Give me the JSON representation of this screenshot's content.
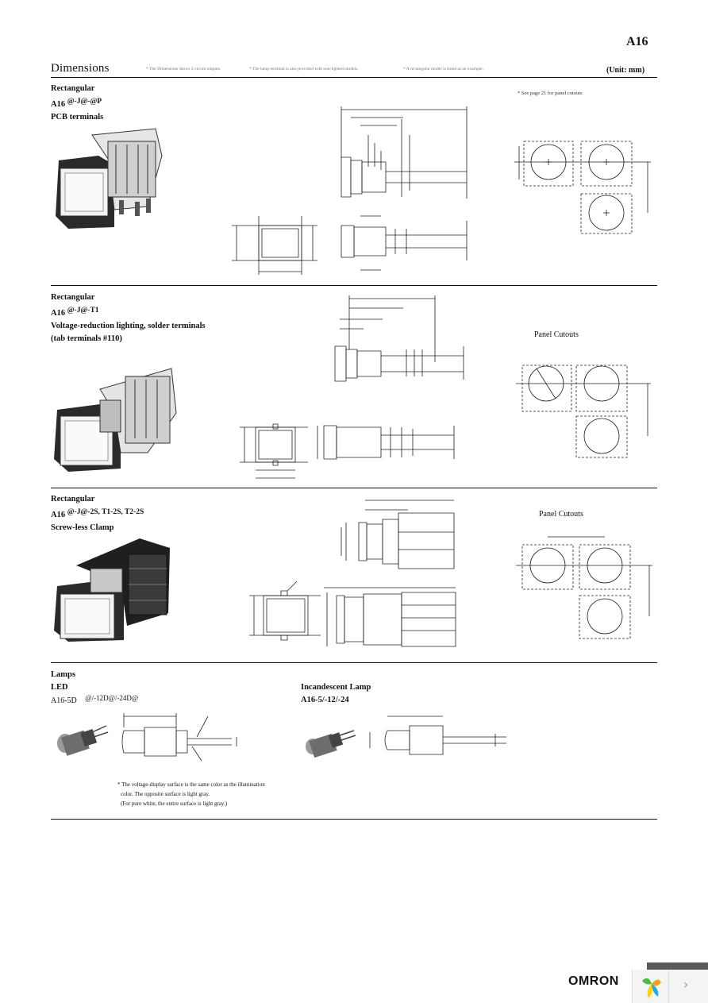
{
  "header": {
    "model_code": "A16",
    "section_title": "Dimensions",
    "notes": [
      "* The Dimensions shows 2-circuit outputs.",
      "* The lamp terminal is also provided with non-lighted models.",
      "* A rectangular model is listed as an example."
    ],
    "unit": "(Unit: mm)"
  },
  "sections": [
    {
      "line1": "Rectangular",
      "prefix": "A16",
      "suffix": "@-J@-@P",
      "line3": "PCB terminals",
      "line4": "",
      "side_note": "* See page 21 for panel cutouts",
      "cutouts_label": ""
    },
    {
      "line1": "Rectangular",
      "prefix": "A16",
      "suffix": "@-J@-T1",
      "line3": "Voltage-reduction lighting, solder terminals",
      "line4": "(tab terminals #110)",
      "side_note": "",
      "cutouts_label": "Panel Cutouts"
    },
    {
      "line1": "Rectangular",
      "prefix": "A16",
      "suffix": "@-J@-2S, T1-2S, T2-2S",
      "line3": "Screw-less Clamp",
      "line4": "",
      "side_note": "",
      "cutouts_label": "Panel Cutouts"
    }
  ],
  "lamps": {
    "title": "Lamps",
    "led_label": "LED",
    "led_model_prefix": "A16-5D",
    "led_model_suffix": "@/-12D@/-24D@",
    "incandescent_label": "Incandescent Lamp",
    "incandescent_model": "A16-5/-12/-24",
    "led_notes": [
      "* The voltage-display surface is the same color as the illumination",
      "color. The opposite surface is light gray.",
      "(For pure white, the entire surface is light gray.)"
    ]
  },
  "footer": {
    "brand": "OMRON",
    "logo_icon": "leaf-logo-icon",
    "next_icon": "chevron-right-icon",
    "next_glyph": "›"
  }
}
